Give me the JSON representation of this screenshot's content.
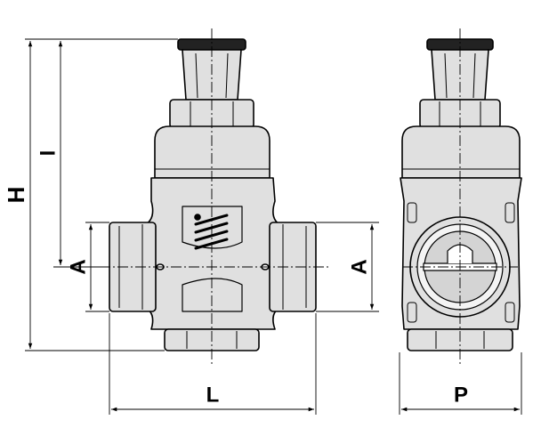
{
  "colors": {
    "line": "#000000",
    "fill": "#e0e0e0",
    "cap": "#222222",
    "background": "#ffffff"
  },
  "labels": {
    "height": "H",
    "inner_height": "I",
    "connection_left": "A",
    "connection_right": "A",
    "length": "L",
    "depth": "P"
  }
}
